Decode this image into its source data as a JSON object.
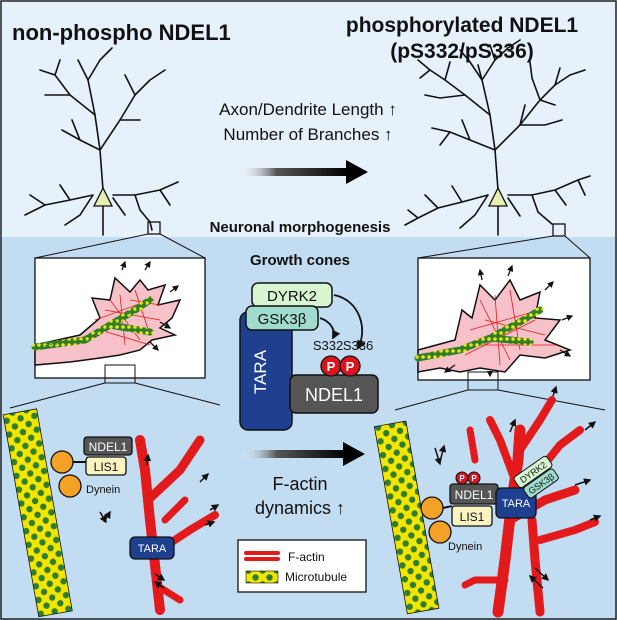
{
  "panels": {
    "left_title": "non-phospho NDEL1",
    "right_title_line1": "phosphorylated NDEL1",
    "right_title_line2": "(pS332/pS336)"
  },
  "morphogenesis": {
    "effect_line1": "Axon/Dendrite Length ↑",
    "effect_line2": "Number of Branches ↑",
    "section_label": "Neuronal morphogenesis"
  },
  "growth_cones": {
    "section_label": "Growth cones"
  },
  "kinase_complex": {
    "dyrk2": "DYRK2",
    "gsk3b": "GSK3β",
    "tara": "TARA",
    "ndel1": "NDEL1",
    "site1": "S332",
    "site2": "S336",
    "phospho_mark": "P"
  },
  "actin_effect": {
    "line1": "F-actin",
    "line2": "dynamics ↑"
  },
  "left_complex": {
    "ndel1": "NDEL1",
    "lis1": "LIS1",
    "dynein": "Dynein",
    "tara": "TARA"
  },
  "right_complex": {
    "ndel1": "NDEL1",
    "lis1": "LIS1",
    "dynein": "Dynein",
    "tara": "TARA",
    "dyrk2": "DYRK2",
    "gsk3b": "GSK3β",
    "phospho_mark": "P"
  },
  "legend": {
    "factin": "F-actin",
    "microtubule": "Microtubule"
  },
  "colors": {
    "top_background": "#e6f1fb",
    "bottom_background": "#c2dcf1",
    "tara_blue": "#1f3f8f",
    "ndel1_gray": "#555555",
    "lis1_yellow": "#fbf4c0",
    "dynein_orange": "#f3a227",
    "dyrk2_green": "#d6f5d0",
    "gsk3b_teal": "#9fdccd",
    "phospho_red": "#d9141e",
    "actin_red": "#e31a1c",
    "microtubule_green": "#2f7d2f",
    "microtubule_yellow": "#f2e600",
    "growth_cone_pink": "#f6c1c9"
  }
}
